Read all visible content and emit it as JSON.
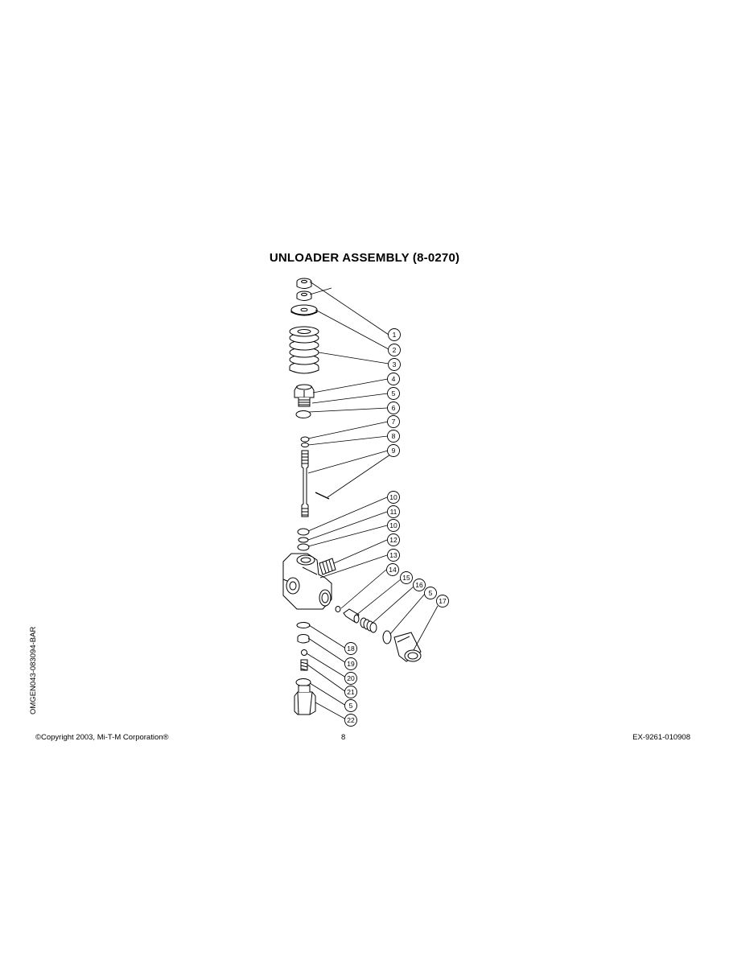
{
  "title": "UNLOADER ASSEMBLY (8-0270)",
  "side_code": "OMGEN043-083094-BAR",
  "footer": {
    "copyright": "©Copyright  2003, Mi-T-M Corporation®",
    "page": "8",
    "doc_code": "EX-9261-010908"
  },
  "callouts": [
    "1",
    "2",
    "3",
    "4",
    "5",
    "6",
    "7",
    "8",
    "9",
    "10",
    "11",
    "10",
    "12",
    "13",
    "14",
    "15",
    "16",
    "5",
    "17",
    "18",
    "19",
    "20",
    "21",
    "5",
    "22"
  ]
}
